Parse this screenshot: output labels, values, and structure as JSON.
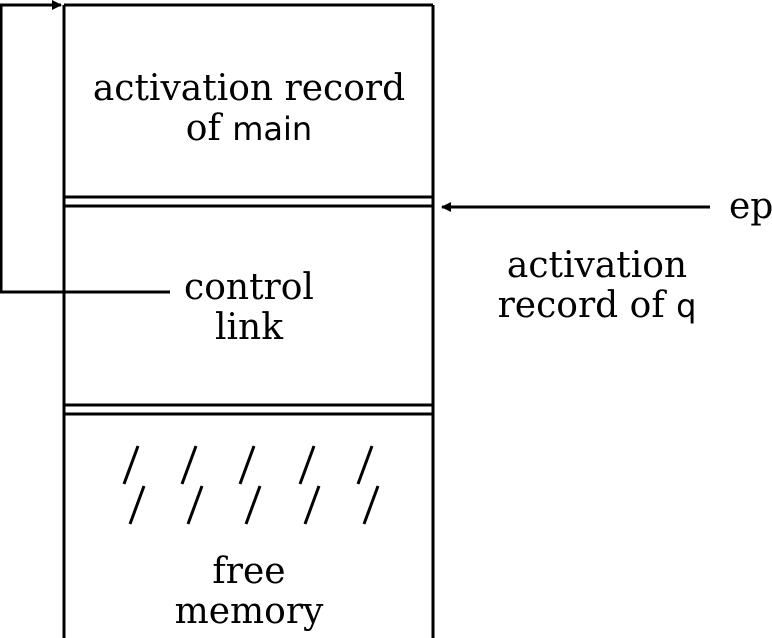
{
  "stack": {
    "main_record": {
      "line1": "activation record",
      "line2_prefix": "of ",
      "line2_code": "main"
    },
    "control_link": {
      "line1": "control",
      "line2": "link"
    },
    "free_memory": {
      "line1": "free",
      "line2": "memory"
    }
  },
  "pointer": {
    "label": "ep"
  },
  "q_record": {
    "line1": "activation",
    "line2_prefix": "record of ",
    "line2_code": "q"
  },
  "colors": {
    "line": "#000000",
    "background": "#ffffff"
  }
}
